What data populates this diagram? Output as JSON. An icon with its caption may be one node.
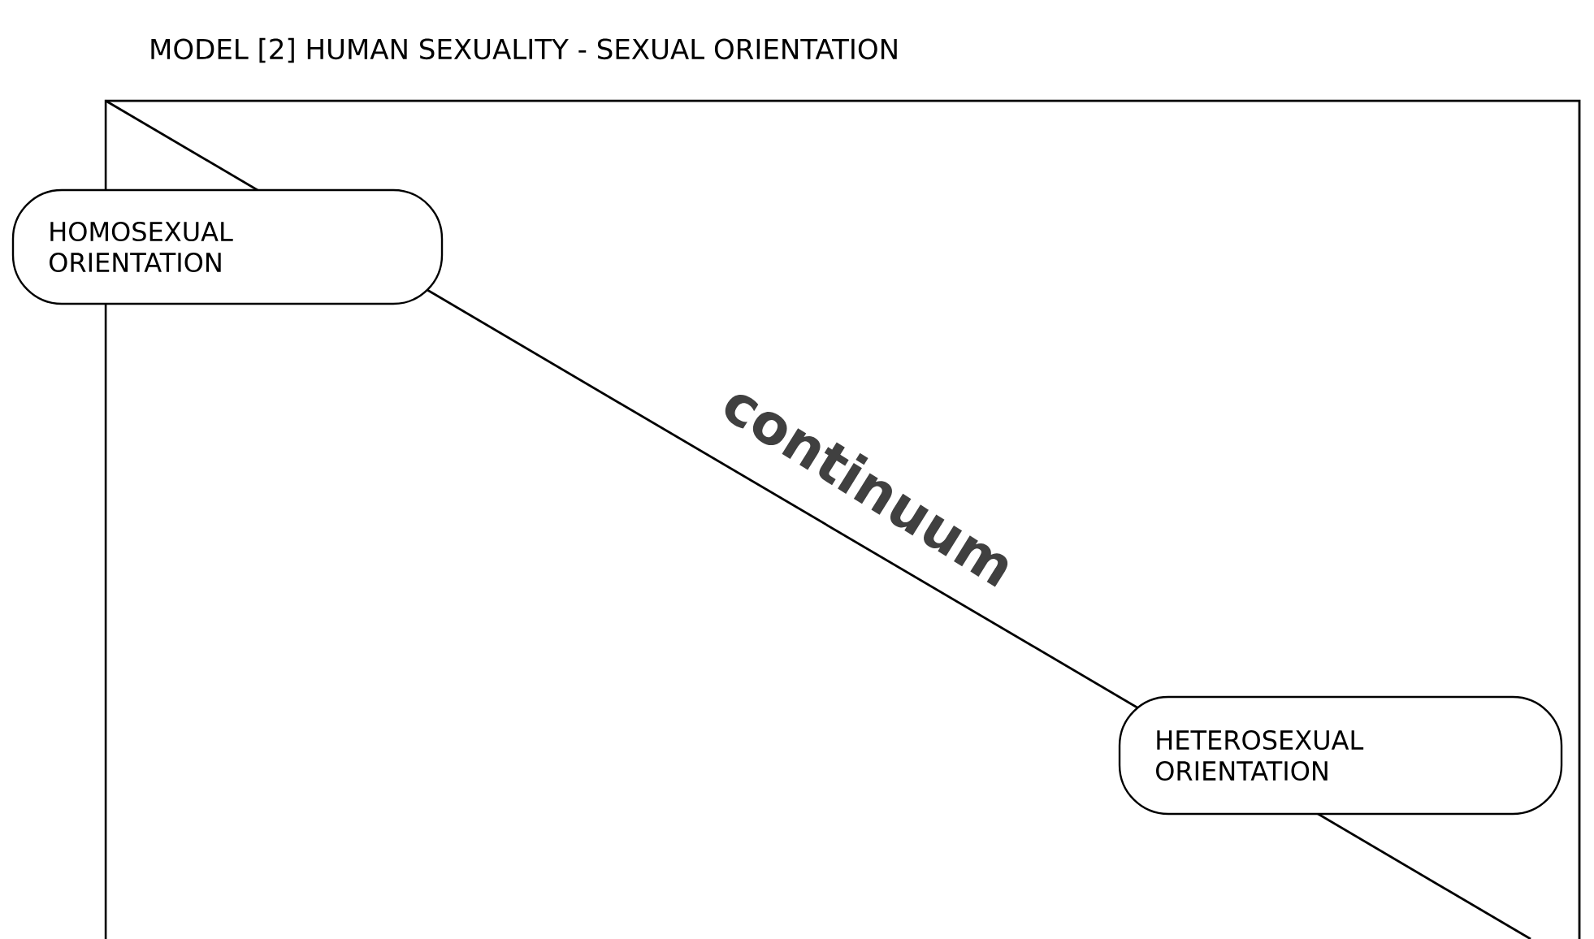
{
  "diagram": {
    "title": "MODEL [2] HUMAN SEXUALITY - SEXUAL ORIENTATION",
    "nodes": [
      {
        "text": [
          "HOMOSEXUAL ORIENTATION"
        ]
      },
      {
        "text": [
          "HETEROSEXUAL ORIENTATION"
        ]
      }
    ],
    "labels": [
      "continuum"
    ]
  }
}
